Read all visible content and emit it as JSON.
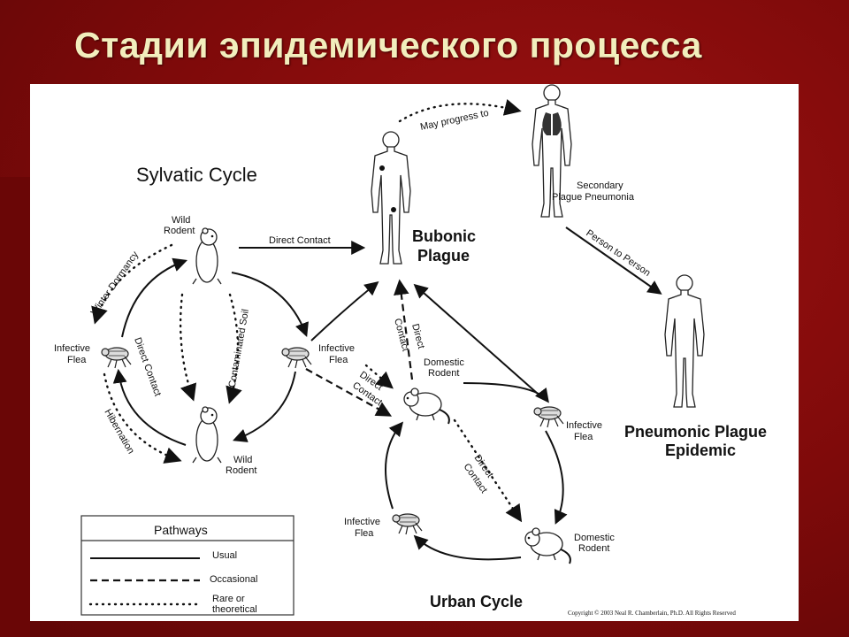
{
  "slide": {
    "title": "Стадии эпидемического процесса"
  },
  "diagram": {
    "sylvatic_cycle": "Sylvatic Cycle",
    "urban_cycle": "Urban Cycle",
    "bubonic_plague_1": "Bubonic",
    "bubonic_plague_2": "Plague",
    "pneumonic_1": "Pneumonic Plague",
    "pneumonic_2": "Epidemic",
    "secondary_1": "Secondary",
    "secondary_2": "Plague Pneumonia",
    "may_progress": "May progress to",
    "person_to_person": "Person to Person",
    "direct_contact": "Direct Contact",
    "direct": "Direct",
    "contact": "Contact",
    "winter_dormancy": "Winter Dormancy",
    "hibernation": "Hibernation",
    "contaminated_soil": "Contaminated Soil",
    "wild": "Wild",
    "rodent": "Rodent",
    "infective": "Infective",
    "flea": "Flea",
    "domestic": "Domestic"
  },
  "legend": {
    "title": "Pathways",
    "usual": "Usual",
    "occasional": "Occasional",
    "rare_1": "Rare or",
    "rare_2": "theoretical"
  },
  "copyright": "Copyright © 2003 Neal R. Chamberlain, Ph.D. All Rights Reserved"
}
